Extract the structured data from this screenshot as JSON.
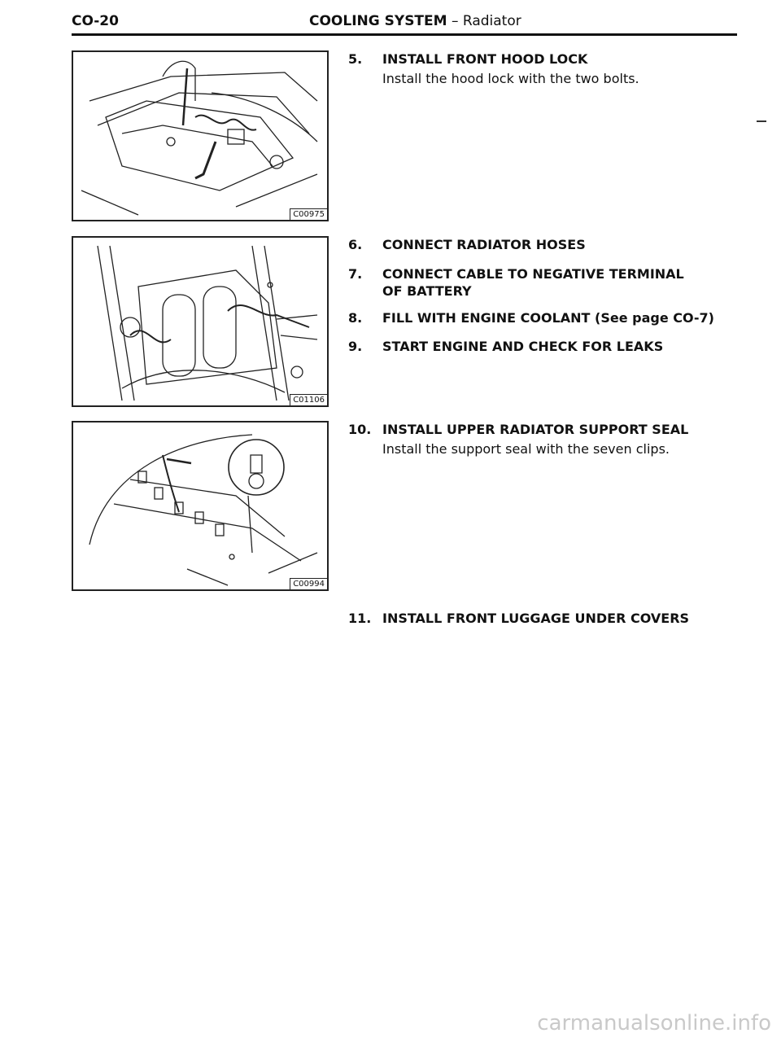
{
  "header": {
    "page_number": "CO-20",
    "section": "COOLING SYSTEM",
    "separator": " – ",
    "subsection": "Radiator"
  },
  "figures": [
    {
      "code": "C00975"
    },
    {
      "code": "C01106"
    },
    {
      "code": "C00994"
    }
  ],
  "steps": [
    {
      "number": "5.",
      "title": "INSTALL FRONT HOOD LOCK",
      "body": "Install the hood lock with the two bolts."
    },
    {
      "number": "6.",
      "title": "CONNECT RADIATOR HOSES"
    },
    {
      "number": "7.",
      "title": "CONNECT CABLE TO NEGATIVE TERMINAL OF BATTERY"
    },
    {
      "number": "8.",
      "title": "FILL WITH ENGINE COOLANT (See page CO-7)"
    },
    {
      "number": "9.",
      "title": "START ENGINE AND CHECK FOR LEAKS"
    },
    {
      "number": "10.",
      "title": "INSTALL UPPER RADIATOR SUPPORT SEAL",
      "body": "Install the support seal with the seven clips."
    },
    {
      "number": "11.",
      "title": "INSTALL FRONT LUGGAGE UNDER COVERS"
    }
  ],
  "watermark": "carmanualsonline.info"
}
